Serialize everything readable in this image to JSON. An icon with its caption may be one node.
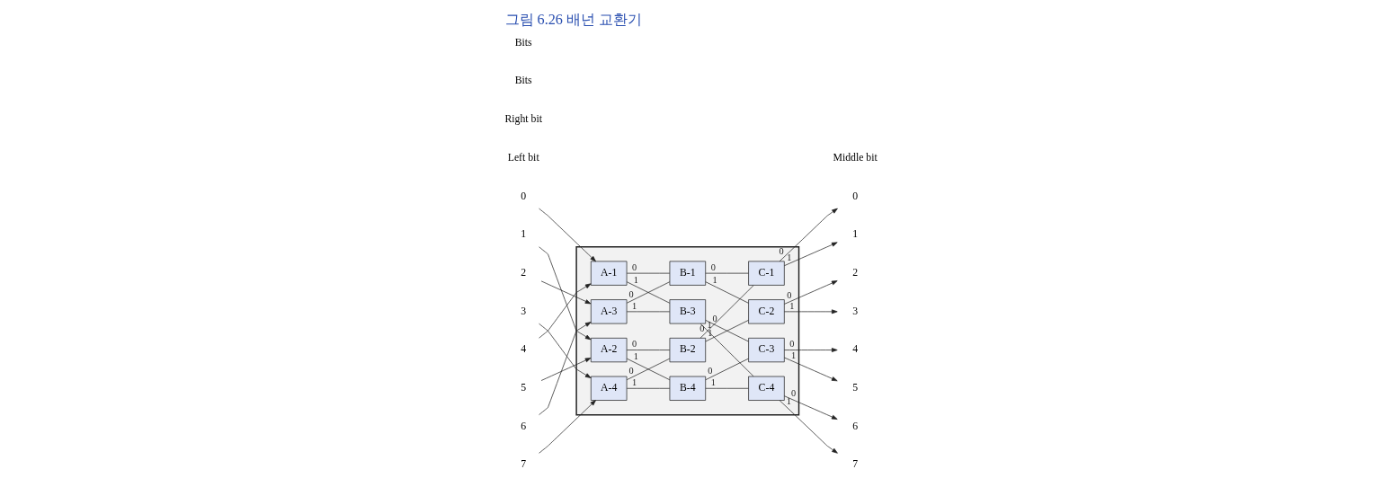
{
  "diagram": {
    "title": "그림 6.26 배넌 교환기",
    "nodes": [
      {
        "text": [],
        "shape": "box"
      },
      {
        "text": [
          "0"
        ]
      },
      {
        "text": [
          "1"
        ]
      },
      {
        "text": [
          "2"
        ]
      },
      {
        "text": [
          "3"
        ]
      },
      {
        "text": [
          "4"
        ]
      },
      {
        "text": [
          "5"
        ]
      },
      {
        "text": [
          "6"
        ]
      },
      {
        "text": [
          "7"
        ]
      },
      {
        "text": [
          "A-1"
        ],
        "in": 0
      },
      {
        "text": [
          "A-2"
        ],
        "in": 0
      },
      {
        "text": [
          "A-3"
        ],
        "in": 0
      },
      {
        "text": [
          "A-4"
        ],
        "in": 0
      },
      {
        "text": [
          "B-1"
        ],
        "in": 0
      },
      {
        "text": [
          "B-2"
        ],
        "in": 0
      },
      {
        "text": [
          "B-3"
        ],
        "in": 0
      },
      {
        "text": [
          "B-4"
        ],
        "in": 0
      },
      {
        "text": [
          "C-1"
        ],
        "in": 0
      },
      {
        "text": [
          "C-2"
        ],
        "in": 0
      },
      {
        "text": [
          "C-3"
        ],
        "in": 0
      },
      {
        "text": [
          "C-4"
        ],
        "in": 0
      },
      {
        "text": [
          "0"
        ]
      },
      {
        "text": [
          "1"
        ]
      },
      {
        "text": [
          "2"
        ]
      },
      {
        "text": [
          "3"
        ]
      },
      {
        "text": [
          "4"
        ]
      },
      {
        "text": [
          "5"
        ]
      },
      {
        "text": [
          "6"
        ]
      },
      {
        "text": [
          "7"
        ]
      }
    ],
    "edges": [
      {
        "from": 1,
        "to": 9,
        "arrow": "to"
      },
      {
        "from": 2,
        "to": 10,
        "arrow": "to"
      },
      {
        "from": 3,
        "to": 11,
        "arrow": "to"
      },
      {
        "from": 4,
        "to": 12,
        "arrow": "to"
      },
      {
        "from": 5,
        "to": 9,
        "arrow": "to"
      },
      {
        "from": 6,
        "to": 10,
        "arrow": "to"
      },
      {
        "from": 7,
        "to": 11,
        "arrow": "to"
      },
      {
        "from": 8,
        "to": 12,
        "arrow": "to"
      },
      {
        "from": 9,
        "to": 13,
        "arrow": "none",
        "label": "0"
      },
      {
        "from": 9,
        "to": 15,
        "arrow": "none",
        "label": "1"
      },
      {
        "from": 10,
        "to": 14,
        "arrow": "none",
        "label": "0"
      },
      {
        "from": 10,
        "to": 16,
        "arrow": "none",
        "label": "1"
      },
      {
        "from": 11,
        "to": 13,
        "arrow": "none",
        "label": "0"
      },
      {
        "from": 11,
        "to": 15,
        "arrow": "none",
        "label": "1"
      },
      {
        "from": 12,
        "to": 14,
        "arrow": "none",
        "label": "0"
      },
      {
        "from": 12,
        "to": 16,
        "arrow": "none",
        "label": "1"
      },
      {
        "from": 13,
        "to": 17,
        "arrow": "none",
        "label": "0"
      },
      {
        "from": 13,
        "to": 18,
        "arrow": "none",
        "label": "1"
      },
      {
        "from": 14,
        "to": 17,
        "arrow": "none",
        "label": "0"
      },
      {
        "from": 14,
        "to": 18,
        "arrow": "none",
        "label": "1"
      },
      {
        "from": 15,
        "to": 19,
        "arrow": "none",
        "label": "0"
      },
      {
        "from": 15,
        "to": 20,
        "arrow": "none",
        "label": "1"
      },
      {
        "from": 16,
        "to": 19,
        "arrow": "none",
        "label": "0"
      },
      {
        "from": 16,
        "to": 20,
        "arrow": "none",
        "label": "1"
      },
      {
        "from": 17,
        "to": 21,
        "arrow": "to",
        "label": "0"
      },
      {
        "from": 17,
        "to": 22,
        "arrow": "to",
        "label": "1"
      },
      {
        "from": 18,
        "to": 23,
        "arrow": "to",
        "label": "0"
      },
      {
        "from": 18,
        "to": 24,
        "arrow": "to",
        "label": "1"
      },
      {
        "from": 19,
        "to": 25,
        "arrow": "to",
        "label": "0"
      },
      {
        "from": 19,
        "to": 26,
        "arrow": "to",
        "label": "1"
      },
      {
        "from": 20,
        "to": 27,
        "arrow": "to",
        "label": "0"
      },
      {
        "from": 20,
        "to": 28,
        "arrow": "to",
        "label": "1"
      }
    ],
    "labels": [
      "Left bit",
      "Middle bit",
      "Right bit",
      "Bits",
      "Bits"
    ]
  }
}
